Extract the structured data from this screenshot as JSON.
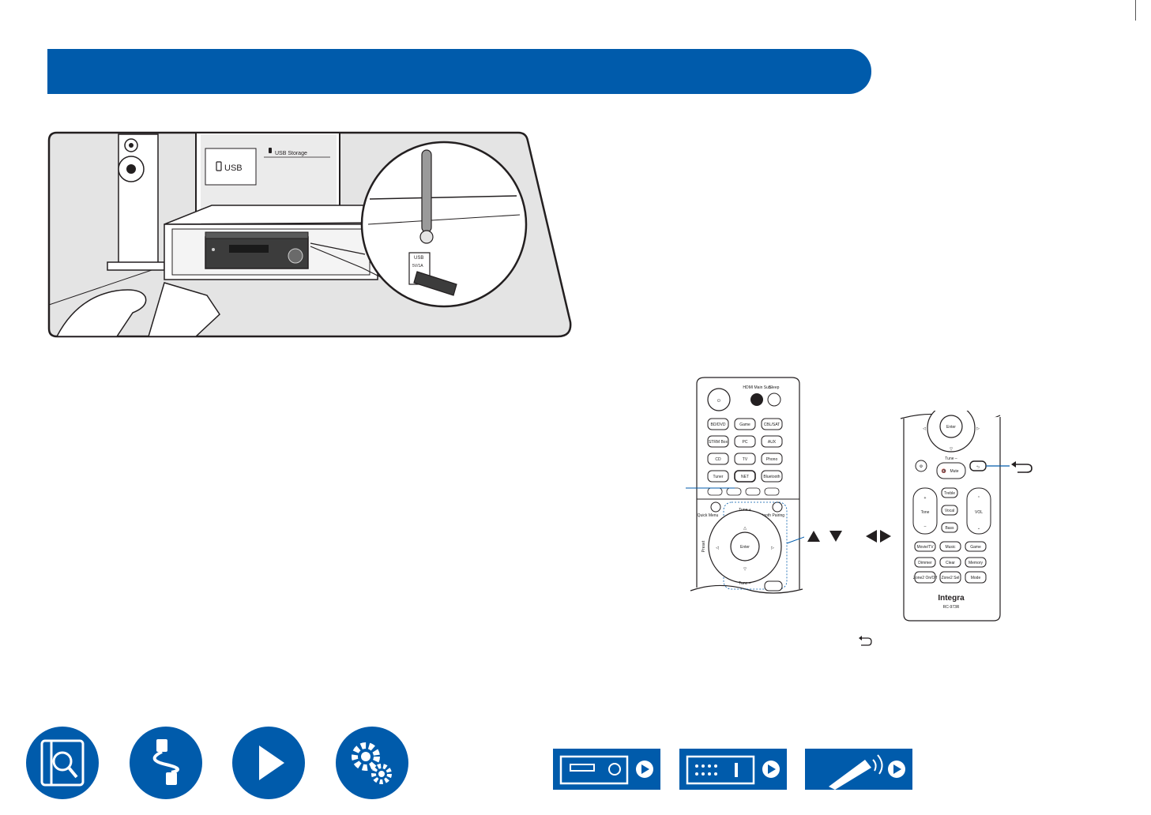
{
  "screen": {
    "tv_source_label": "USB",
    "tv_menu_label": "USB Storage",
    "usb_port_label": "USB",
    "usb_port_rating": "5V/1A"
  },
  "remote_left": {
    "buttons": {
      "hdmi_main_sub": "HDMI Main Sub",
      "sleep": "Sleep",
      "bd_dvd": "BD/DVD",
      "game": "Game",
      "cbl_sat": "CBL/SAT",
      "strm_box": "STRM Box",
      "pc": "PC",
      "aux": "AUX",
      "cd": "CD",
      "tv": "TV",
      "phono": "Phono",
      "tuner": "Tuner",
      "net": "NET",
      "bluetooth": "Bluetooth",
      "quick_menu": "Quick Menu",
      "bluetooth_pairing": "Bluetooth Pairing",
      "tune_plus": "Tune +",
      "tune_minus": "Tune –",
      "enter": "Enter",
      "preset": "Preset"
    }
  },
  "remote_right": {
    "buttons": {
      "enter": "Enter",
      "tune_minus": "Tune –",
      "mute": "Mute",
      "treble": "Treble",
      "vocal": "Vocal",
      "bass": "Bass",
      "tone": "Tone",
      "vol": "VOL",
      "movie_tv": "Movie/TV",
      "music": "Music",
      "game": "Game",
      "dimmer": "Dimmer",
      "clear": "Clear",
      "memory": "Memory",
      "zone2_on_off": "Zone2 On/Off",
      "zone2_sel": "Zone2 Sel",
      "mode": "Mode"
    },
    "brand": "Integra",
    "model": "RC-973R"
  },
  "colors": {
    "brand_blue": "#005bab",
    "illustration_bg": "#e4e4e4",
    "outline": "#231f20"
  },
  "icons": {
    "nav": [
      "contents-book-icon",
      "connections-cable-icon",
      "playback-play-icon",
      "setup-gear-icon"
    ],
    "panels": [
      "front-panel-icon",
      "rear-panel-icon",
      "remote-controller-icon"
    ]
  }
}
